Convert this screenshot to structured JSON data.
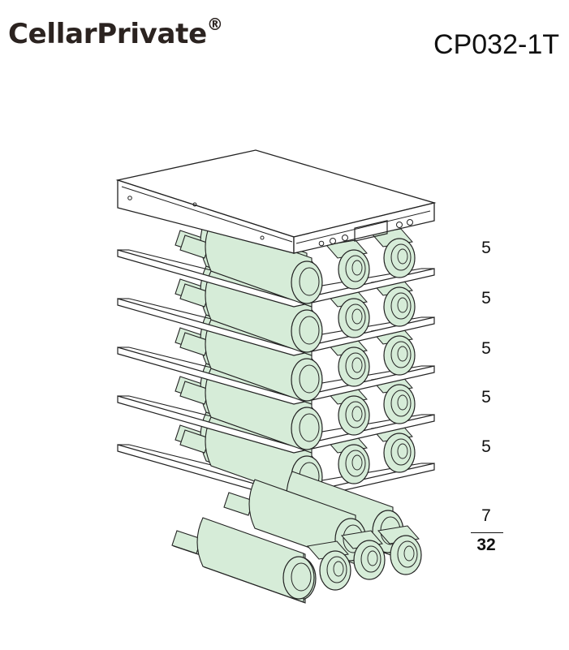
{
  "header": {
    "brand": "CellarPrivate",
    "brand_mark": "®",
    "model": "CP032-1T"
  },
  "shelf_counts": [
    "5",
    "5",
    "5",
    "5",
    "5"
  ],
  "bottom_count": "7",
  "total": "32",
  "colors": {
    "bottle_fill": "#d6ecd8",
    "outline": "#222222",
    "shelf_fill": "#ffffff"
  },
  "icons": [
    "control-panel-icon",
    "wine-bottle-icon",
    "wire-shelf-icon"
  ]
}
